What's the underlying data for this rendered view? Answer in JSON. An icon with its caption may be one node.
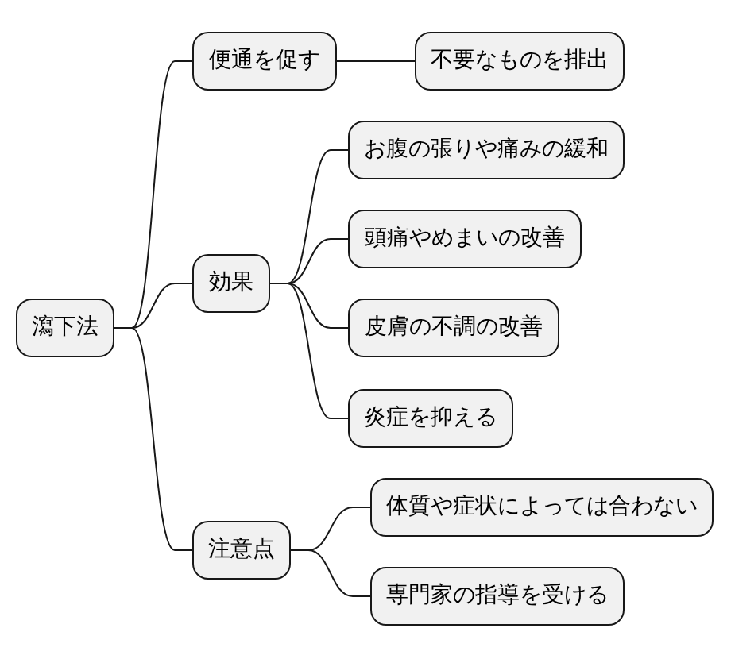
{
  "diagram": {
    "nodes": [
      {
        "text": [
          "瀉下法"
        ]
      },
      {
        "text": [
          "便通を促す"
        ]
      },
      {
        "text": [
          "不要なものを排出"
        ]
      },
      {
        "text": [
          "効果"
        ]
      },
      {
        "text": [
          "お腹の張りや痛みの緩和"
        ]
      },
      {
        "text": [
          "頭痛やめまいの改善"
        ]
      },
      {
        "text": [
          "皮膚の不調の改善"
        ]
      },
      {
        "text": [
          "炎症を抑える"
        ]
      },
      {
        "text": [
          "注意点"
        ]
      },
      {
        "text": [
          "体質や症状によっては合わない"
        ]
      },
      {
        "text": [
          "専門家の指導を受ける"
        ]
      }
    ],
    "edges": [
      {
        "from": 0,
        "to": 1,
        "arrow": "none"
      },
      {
        "from": 1,
        "to": 2,
        "arrow": "none"
      },
      {
        "from": 0,
        "to": 3,
        "arrow": "none"
      },
      {
        "from": 3,
        "to": 4,
        "arrow": "none"
      },
      {
        "from": 3,
        "to": 5,
        "arrow": "none"
      },
      {
        "from": 3,
        "to": 6,
        "arrow": "none"
      },
      {
        "from": 3,
        "to": 7,
        "arrow": "none"
      },
      {
        "from": 0,
        "to": 8,
        "arrow": "none"
      },
      {
        "from": 8,
        "to": 9,
        "arrow": "none"
      },
      {
        "from": 8,
        "to": 10,
        "arrow": "none"
      }
    ]
  }
}
